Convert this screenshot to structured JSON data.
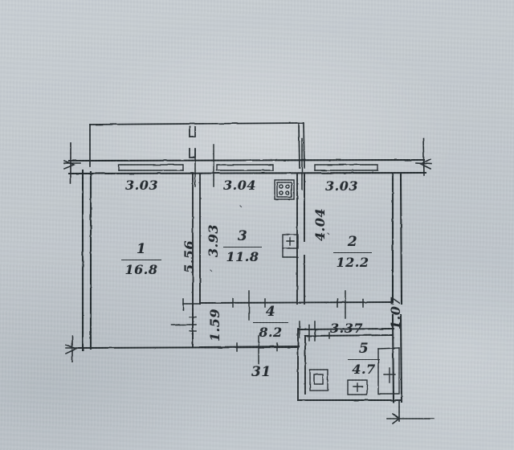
{
  "document": {
    "kind": "hand-drawn-floor-plan",
    "medium": "photograph of pencil drawing on gray paper",
    "paper_color": "#c3c9ce",
    "ink_color": "#20262b"
  },
  "top_dimensions": [
    {
      "id": "top-left",
      "value": "3.03"
    },
    {
      "id": "top-mid",
      "value": "3.04"
    },
    {
      "id": "top-right",
      "value": "3.03"
    }
  ],
  "vertical_dimensions": [
    {
      "id": "left-inner",
      "value": "5.56"
    },
    {
      "id": "mid-corridor",
      "value": "3.93"
    },
    {
      "id": "short-stub",
      "value": "1.59"
    },
    {
      "id": "room2-height",
      "value": "4.04"
    },
    {
      "id": "right-lower",
      "value": "1.07"
    }
  ],
  "inner_dimensions": [
    {
      "id": "bath-width",
      "value": "3.37"
    },
    {
      "id": "corridor-low",
      "value": "31"
    }
  ],
  "rooms": [
    {
      "id": "room-1",
      "number": "1",
      "area": "16.8",
      "name": "living-room-left"
    },
    {
      "id": "room-3",
      "number": "3",
      "area": "11.8",
      "name": "kitchen-center"
    },
    {
      "id": "room-2",
      "number": "2",
      "area": "12.2",
      "name": "room-right"
    },
    {
      "id": "room-4",
      "number": "4",
      "area": "8.2",
      "name": "corridor"
    },
    {
      "id": "room-5",
      "number": "5",
      "area": "4.7",
      "name": "bathroom"
    }
  ],
  "fixtures": [
    {
      "id": "stove",
      "icon": "stove-four-burner-icon"
    },
    {
      "id": "sink-k",
      "icon": "kitchen-sink-icon"
    },
    {
      "id": "toilet",
      "icon": "toilet-icon"
    },
    {
      "id": "sink-b",
      "icon": "bathroom-sink-icon"
    },
    {
      "id": "bathtub",
      "icon": "bathtub-icon"
    }
  ],
  "features": [
    {
      "id": "balcony",
      "name": "balcony-outline"
    },
    {
      "id": "door-1",
      "name": "door-opening"
    },
    {
      "id": "door-2",
      "name": "door-opening"
    }
  ]
}
